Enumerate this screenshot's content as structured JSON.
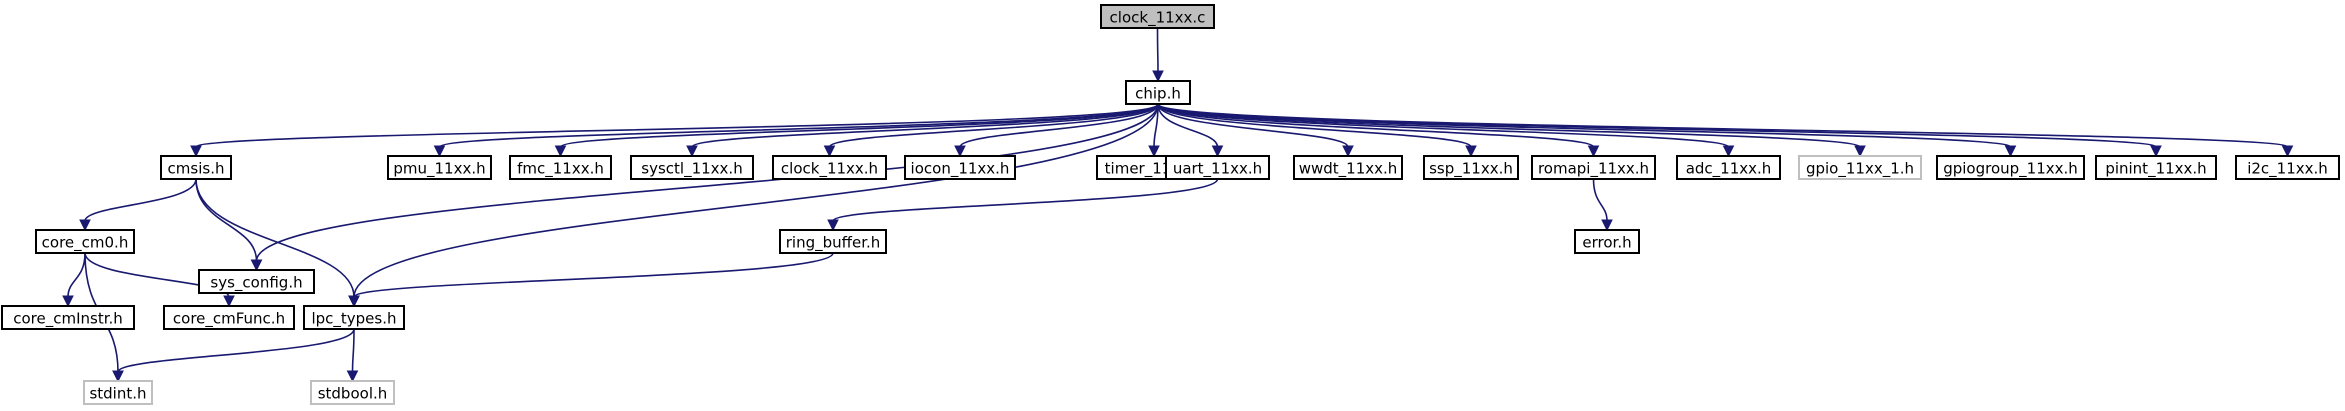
{
  "graph": {
    "edge_color": "#191970",
    "root_fill": "#bfbfbf",
    "missing_border": "#bfbfbf",
    "nodes": [
      {
        "id": "clock_c",
        "label": "clock_11xx.c",
        "style": "root"
      },
      {
        "id": "chip",
        "label": "chip.h",
        "style": "normal"
      },
      {
        "id": "cmsis",
        "label": "cmsis.h",
        "style": "normal"
      },
      {
        "id": "pmu",
        "label": "pmu_11xx.h",
        "style": "normal"
      },
      {
        "id": "fmc",
        "label": "fmc_11xx.h",
        "style": "normal"
      },
      {
        "id": "sysctl",
        "label": "sysctl_11xx.h",
        "style": "normal"
      },
      {
        "id": "clock_h",
        "label": "clock_11xx.h",
        "style": "normal"
      },
      {
        "id": "iocon",
        "label": "iocon_11xx.h",
        "style": "normal"
      },
      {
        "id": "timer",
        "label": "timer_11xx.h",
        "style": "normal"
      },
      {
        "id": "uart",
        "label": "uart_11xx.h",
        "style": "normal"
      },
      {
        "id": "wwdt",
        "label": "wwdt_11xx.h",
        "style": "normal"
      },
      {
        "id": "ssp",
        "label": "ssp_11xx.h",
        "style": "normal"
      },
      {
        "id": "romapi",
        "label": "romapi_11xx.h",
        "style": "normal"
      },
      {
        "id": "adc",
        "label": "adc_11xx.h",
        "style": "normal"
      },
      {
        "id": "gpio",
        "label": "gpio_11xx_1.h",
        "style": "missing"
      },
      {
        "id": "gpiogroup",
        "label": "gpiogroup_11xx.h",
        "style": "normal"
      },
      {
        "id": "pinint",
        "label": "pinint_11xx.h",
        "style": "normal"
      },
      {
        "id": "i2c",
        "label": "i2c_11xx.h",
        "style": "normal"
      },
      {
        "id": "core_cm0",
        "label": "core_cm0.h",
        "style": "normal"
      },
      {
        "id": "sys_config",
        "label": "sys_config.h",
        "style": "normal"
      },
      {
        "id": "ring_buffer",
        "label": "ring_buffer.h",
        "style": "normal"
      },
      {
        "id": "error",
        "label": "error.h",
        "style": "normal"
      },
      {
        "id": "core_cmInstr",
        "label": "core_cmInstr.h",
        "style": "normal"
      },
      {
        "id": "core_cmFunc",
        "label": "core_cmFunc.h",
        "style": "normal"
      },
      {
        "id": "lpc_types",
        "label": "lpc_types.h",
        "style": "normal"
      },
      {
        "id": "stdint",
        "label": "stdint.h",
        "style": "missing"
      },
      {
        "id": "stdbool",
        "label": "stdbool.h",
        "style": "missing"
      }
    ],
    "edges": [
      [
        "clock_c",
        "chip"
      ],
      [
        "chip",
        "cmsis"
      ],
      [
        "chip",
        "pmu"
      ],
      [
        "chip",
        "fmc"
      ],
      [
        "chip",
        "sysctl"
      ],
      [
        "chip",
        "clock_h"
      ],
      [
        "chip",
        "iocon"
      ],
      [
        "chip",
        "timer"
      ],
      [
        "chip",
        "uart"
      ],
      [
        "chip",
        "wwdt"
      ],
      [
        "chip",
        "ssp"
      ],
      [
        "chip",
        "romapi"
      ],
      [
        "chip",
        "adc"
      ],
      [
        "chip",
        "gpio"
      ],
      [
        "chip",
        "gpiogroup"
      ],
      [
        "chip",
        "pinint"
      ],
      [
        "chip",
        "i2c"
      ],
      [
        "chip",
        "sys_config"
      ],
      [
        "chip",
        "lpc_types"
      ],
      [
        "cmsis",
        "core_cm0"
      ],
      [
        "cmsis",
        "sys_config"
      ],
      [
        "cmsis",
        "lpc_types"
      ],
      [
        "core_cm0",
        "core_cmInstr"
      ],
      [
        "core_cm0",
        "core_cmFunc"
      ],
      [
        "core_cm0",
        "stdint"
      ],
      [
        "uart",
        "ring_buffer"
      ],
      [
        "ring_buffer",
        "lpc_types"
      ],
      [
        "romapi",
        "error"
      ],
      [
        "lpc_types",
        "stdint"
      ],
      [
        "lpc_types",
        "stdbool"
      ]
    ]
  }
}
